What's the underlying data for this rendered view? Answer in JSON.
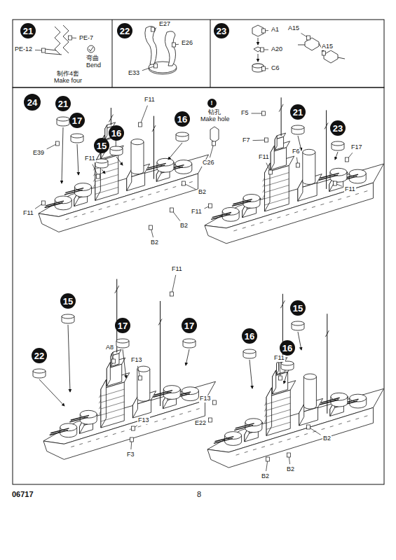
{
  "diagram": {
    "nodes": [
      {
        "text": [
          "21"
        ]
      },
      {
        "text": [
          "22"
        ]
      },
      {
        "text": [
          "23"
        ]
      },
      {
        "text": [
          "24"
        ]
      },
      {
        "text": [
          "21"
        ]
      },
      {
        "text": [
          "17"
        ]
      },
      {
        "text": [
          "16"
        ]
      },
      {
        "text": [
          "16"
        ]
      },
      {
        "text": [
          "15"
        ]
      },
      {
        "text": [
          "!"
        ]
      },
      {
        "text": [
          "21"
        ]
      },
      {
        "text": [
          "23"
        ]
      },
      {
        "text": [
          "15"
        ]
      },
      {
        "text": [
          "17"
        ]
      },
      {
        "text": [
          "17"
        ]
      },
      {
        "text": [
          "22"
        ]
      },
      {
        "text": [
          "15"
        ]
      },
      {
        "text": [
          "16"
        ]
      },
      {
        "text": [
          "16"
        ]
      }
    ],
    "labels": [
      "PE-12",
      "PE-7",
      "弯曲",
      "Bend",
      "制作4套",
      "Make four",
      "E27",
      "E26",
      "E33",
      "A1",
      "A15",
      "A20",
      "A15",
      "C6",
      "F11",
      "E39",
      "F11",
      "B2",
      "F11",
      "B2",
      "B2",
      "钻孔",
      "Make hole",
      "F5",
      "F7",
      "F6",
      "F11",
      "F17",
      "C26",
      "F11",
      "F11",
      "F11",
      "A8",
      "F13",
      "F13",
      "F3",
      "F11",
      "F13",
      "E22",
      "B2",
      "B2",
      "B2",
      "06717",
      "8"
    ]
  }
}
